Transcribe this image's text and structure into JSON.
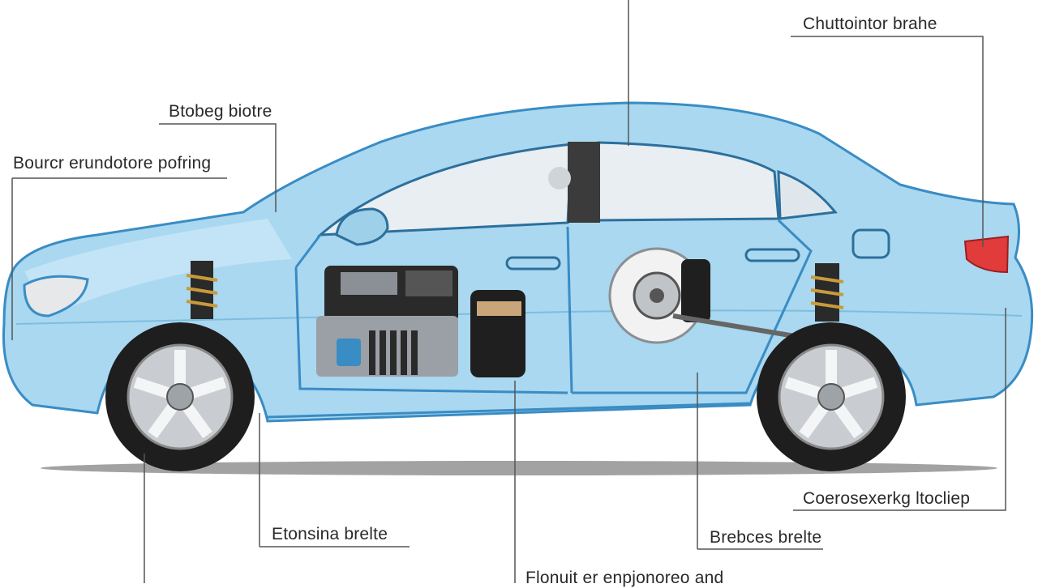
{
  "labels": {
    "top_right": "Chuttointor brahe",
    "left_upper": "Btobeg biotre",
    "left_middle": "Bourcr erundotore pofring",
    "bottom_right": "Coerosexerkg ltocliep",
    "bottom_left_center": "Etonsina brelte",
    "bottom_right_center": "Brebces brelte",
    "bottom_center": "Flonuit er enpjonoreo and"
  },
  "colors": {
    "body": "#a9d8f0",
    "body_light": "#cfeaf8",
    "outline": "#3a8cc4",
    "tire": "#1e1e1e",
    "rim": "#c9cdd2",
    "taillight": "#e23b3b",
    "leader": "#555555"
  },
  "icons": [
    "engine-icon",
    "battery-icon",
    "brake-disc-icon",
    "brake-caliper-icon",
    "shock-absorber-icon",
    "wheel-icon",
    "headlight-icon",
    "taillight-icon",
    "door-handle-icon",
    "side-mirror-icon",
    "fuel-cap-icon"
  ]
}
